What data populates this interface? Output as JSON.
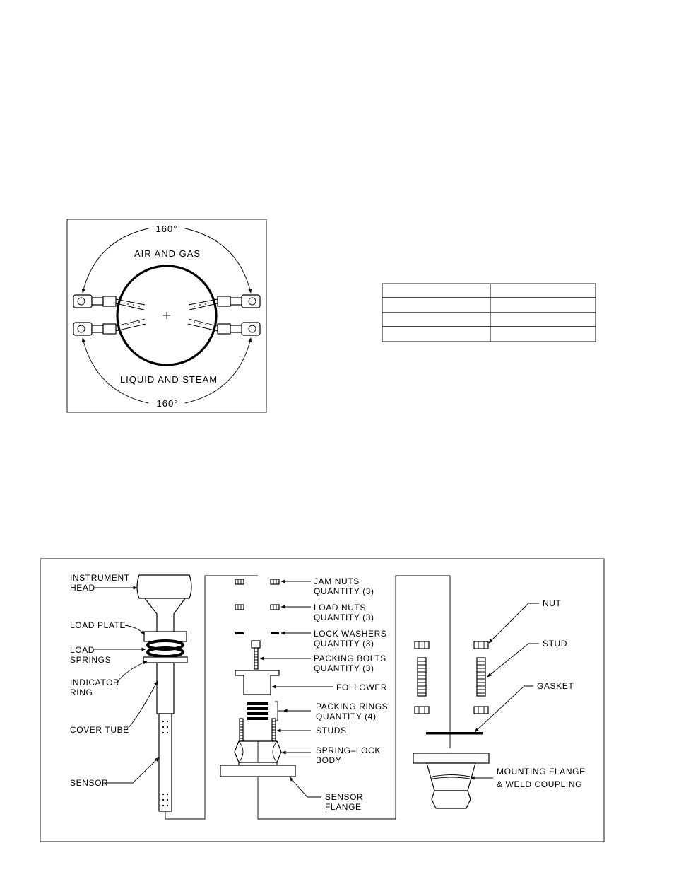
{
  "orientation_figure": {
    "top_angle": "160°",
    "top_label": "AIR AND GAS",
    "bottom_label": "LIQUID AND STEAM",
    "bottom_angle": "160°"
  },
  "blank_table": {
    "rows": [
      [
        "",
        ""
      ],
      [
        "",
        ""
      ],
      [
        "",
        ""
      ],
      [
        "",
        ""
      ]
    ]
  },
  "assembly_figure": {
    "left_labels": {
      "instrument_head": [
        "INSTRUMENT",
        "HEAD"
      ],
      "load_plate": [
        "LOAD PLATE"
      ],
      "load_springs": [
        "LOAD",
        "SPRINGS"
      ],
      "indicator_ring": [
        "INDICATOR",
        "RING"
      ],
      "cover_tube": [
        "COVER TUBE"
      ],
      "sensor": [
        "SENSOR"
      ]
    },
    "middle_labels": {
      "jam_nuts": [
        "JAM NUTS",
        "QUANTITY (3)"
      ],
      "load_nuts": [
        "LOAD NUTS",
        "QUANTITY (3)"
      ],
      "lock_washers": [
        "LOCK WASHERS",
        "QUANTITY (3)"
      ],
      "packing_bolts": [
        "PACKING BOLTS",
        "QUANTITY (3)"
      ],
      "follower": [
        "FOLLOWER"
      ],
      "packing_rings": [
        "PACKING RINGS",
        "QUANTITY (4)"
      ],
      "studs": [
        "STUDS"
      ],
      "spring_lock_body": [
        "SPRING–LOCK",
        "BODY"
      ],
      "sensor_flange": [
        "SENSOR",
        "FLANGE"
      ]
    },
    "right_labels": {
      "nut": [
        "NUT"
      ],
      "stud": [
        "STUD"
      ],
      "gasket": [
        "GASKET"
      ],
      "mounting_flange": [
        "MOUNTING FLANGE",
        "& WELD COUPLING"
      ]
    }
  },
  "icons": [
    "arrow-icon",
    "pipe-circle-icon",
    "sensor-probe-icon",
    "hex-nut-icon",
    "threaded-stud-icon"
  ]
}
